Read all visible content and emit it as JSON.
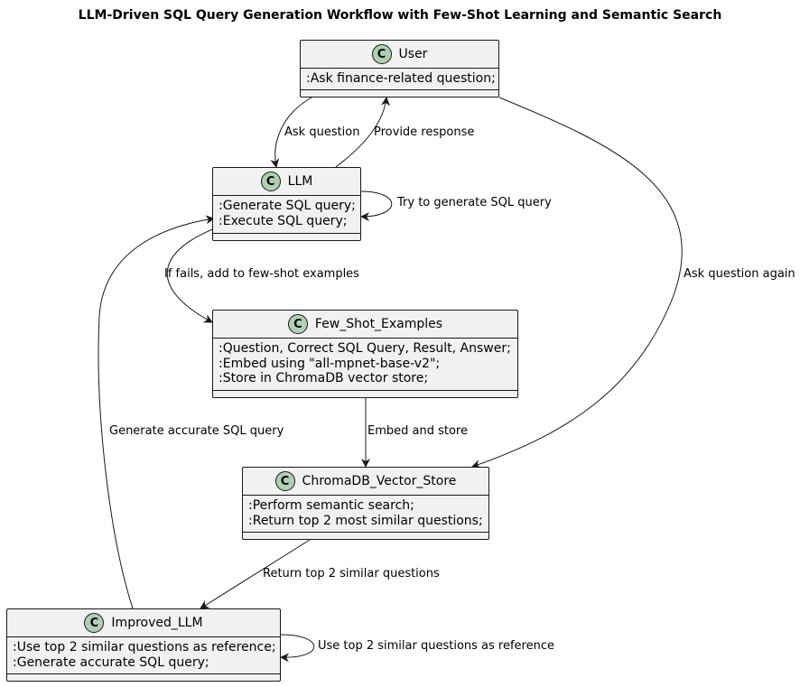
{
  "title": "LLM-Driven SQL Query Generation Workflow with Few-Shot Learning and Semantic Search",
  "classes": {
    "user": {
      "letter": "C",
      "name": "User",
      "members": [
        ":Ask finance-related question;"
      ]
    },
    "llm": {
      "letter": "C",
      "name": "LLM",
      "members": [
        ":Generate SQL query;",
        ":Execute SQL query;"
      ]
    },
    "few_shot": {
      "letter": "C",
      "name": "Few_Shot_Examples",
      "members": [
        ":Question, Correct SQL Query, Result, Answer;",
        ":Embed using \"all-mpnet-base-v2\";",
        ":Store in ChromaDB vector store;"
      ]
    },
    "chroma": {
      "letter": "C",
      "name": "ChromaDB_Vector_Store",
      "members": [
        ":Perform semantic search;",
        ":Return top 2 most similar questions;"
      ]
    },
    "improved": {
      "letter": "C",
      "name": "Improved_LLM",
      "members": [
        ":Use top 2 similar questions as reference;",
        ":Generate accurate SQL query;"
      ]
    }
  },
  "edges": {
    "ask_question": "Ask question",
    "provide_response": "Provide response",
    "try_generate": "Try to generate SQL query",
    "if_fails": "If fails, add to few-shot examples",
    "ask_again": "Ask question again",
    "embed_store": "Embed and store",
    "generate_accurate": "Generate accurate SQL query",
    "return_top2": "Return top 2 similar questions",
    "use_top2": "Use top 2 similar questions as reference"
  },
  "colors": {
    "class_fill": "#F1F1F1",
    "circle_fill": "#ADD1B2",
    "stroke": "#181818"
  }
}
